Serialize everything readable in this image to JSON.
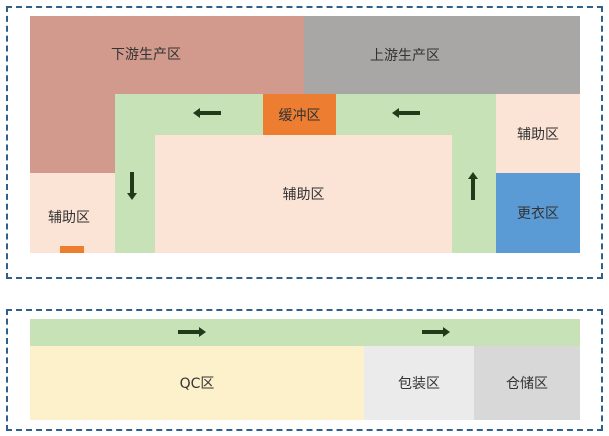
{
  "top_section": {
    "downstream_label": "下游生产区",
    "upstream_label": "上游生产区",
    "buffer_label": "缓冲区",
    "aux_center_label": "辅助区",
    "aux_right_label": "辅助区",
    "aux_left_label": "辅助区",
    "changing_room_label": "更衣区"
  },
  "bottom_section": {
    "qc_label": "QC区",
    "packing_label": "包装区",
    "storage_label": "仓储区"
  },
  "icons": [
    "arrow-left-icon",
    "arrow-down-icon",
    "arrow-up-icon",
    "arrow-right-icon"
  ],
  "colors": {
    "frame_border": "#2f5f8a",
    "downstream": "#d29a8c",
    "upstream": "#a9a6a6",
    "corridor": "#c8e2b8",
    "auxiliary": "#fbe4d6",
    "buffer": "#ed7d31",
    "changing_room": "#5b9bd5",
    "qc": "#fdf1cc",
    "packing": "#ebebeb",
    "storage": "#d8d8d8",
    "arrow": "#1f3b1a"
  }
}
